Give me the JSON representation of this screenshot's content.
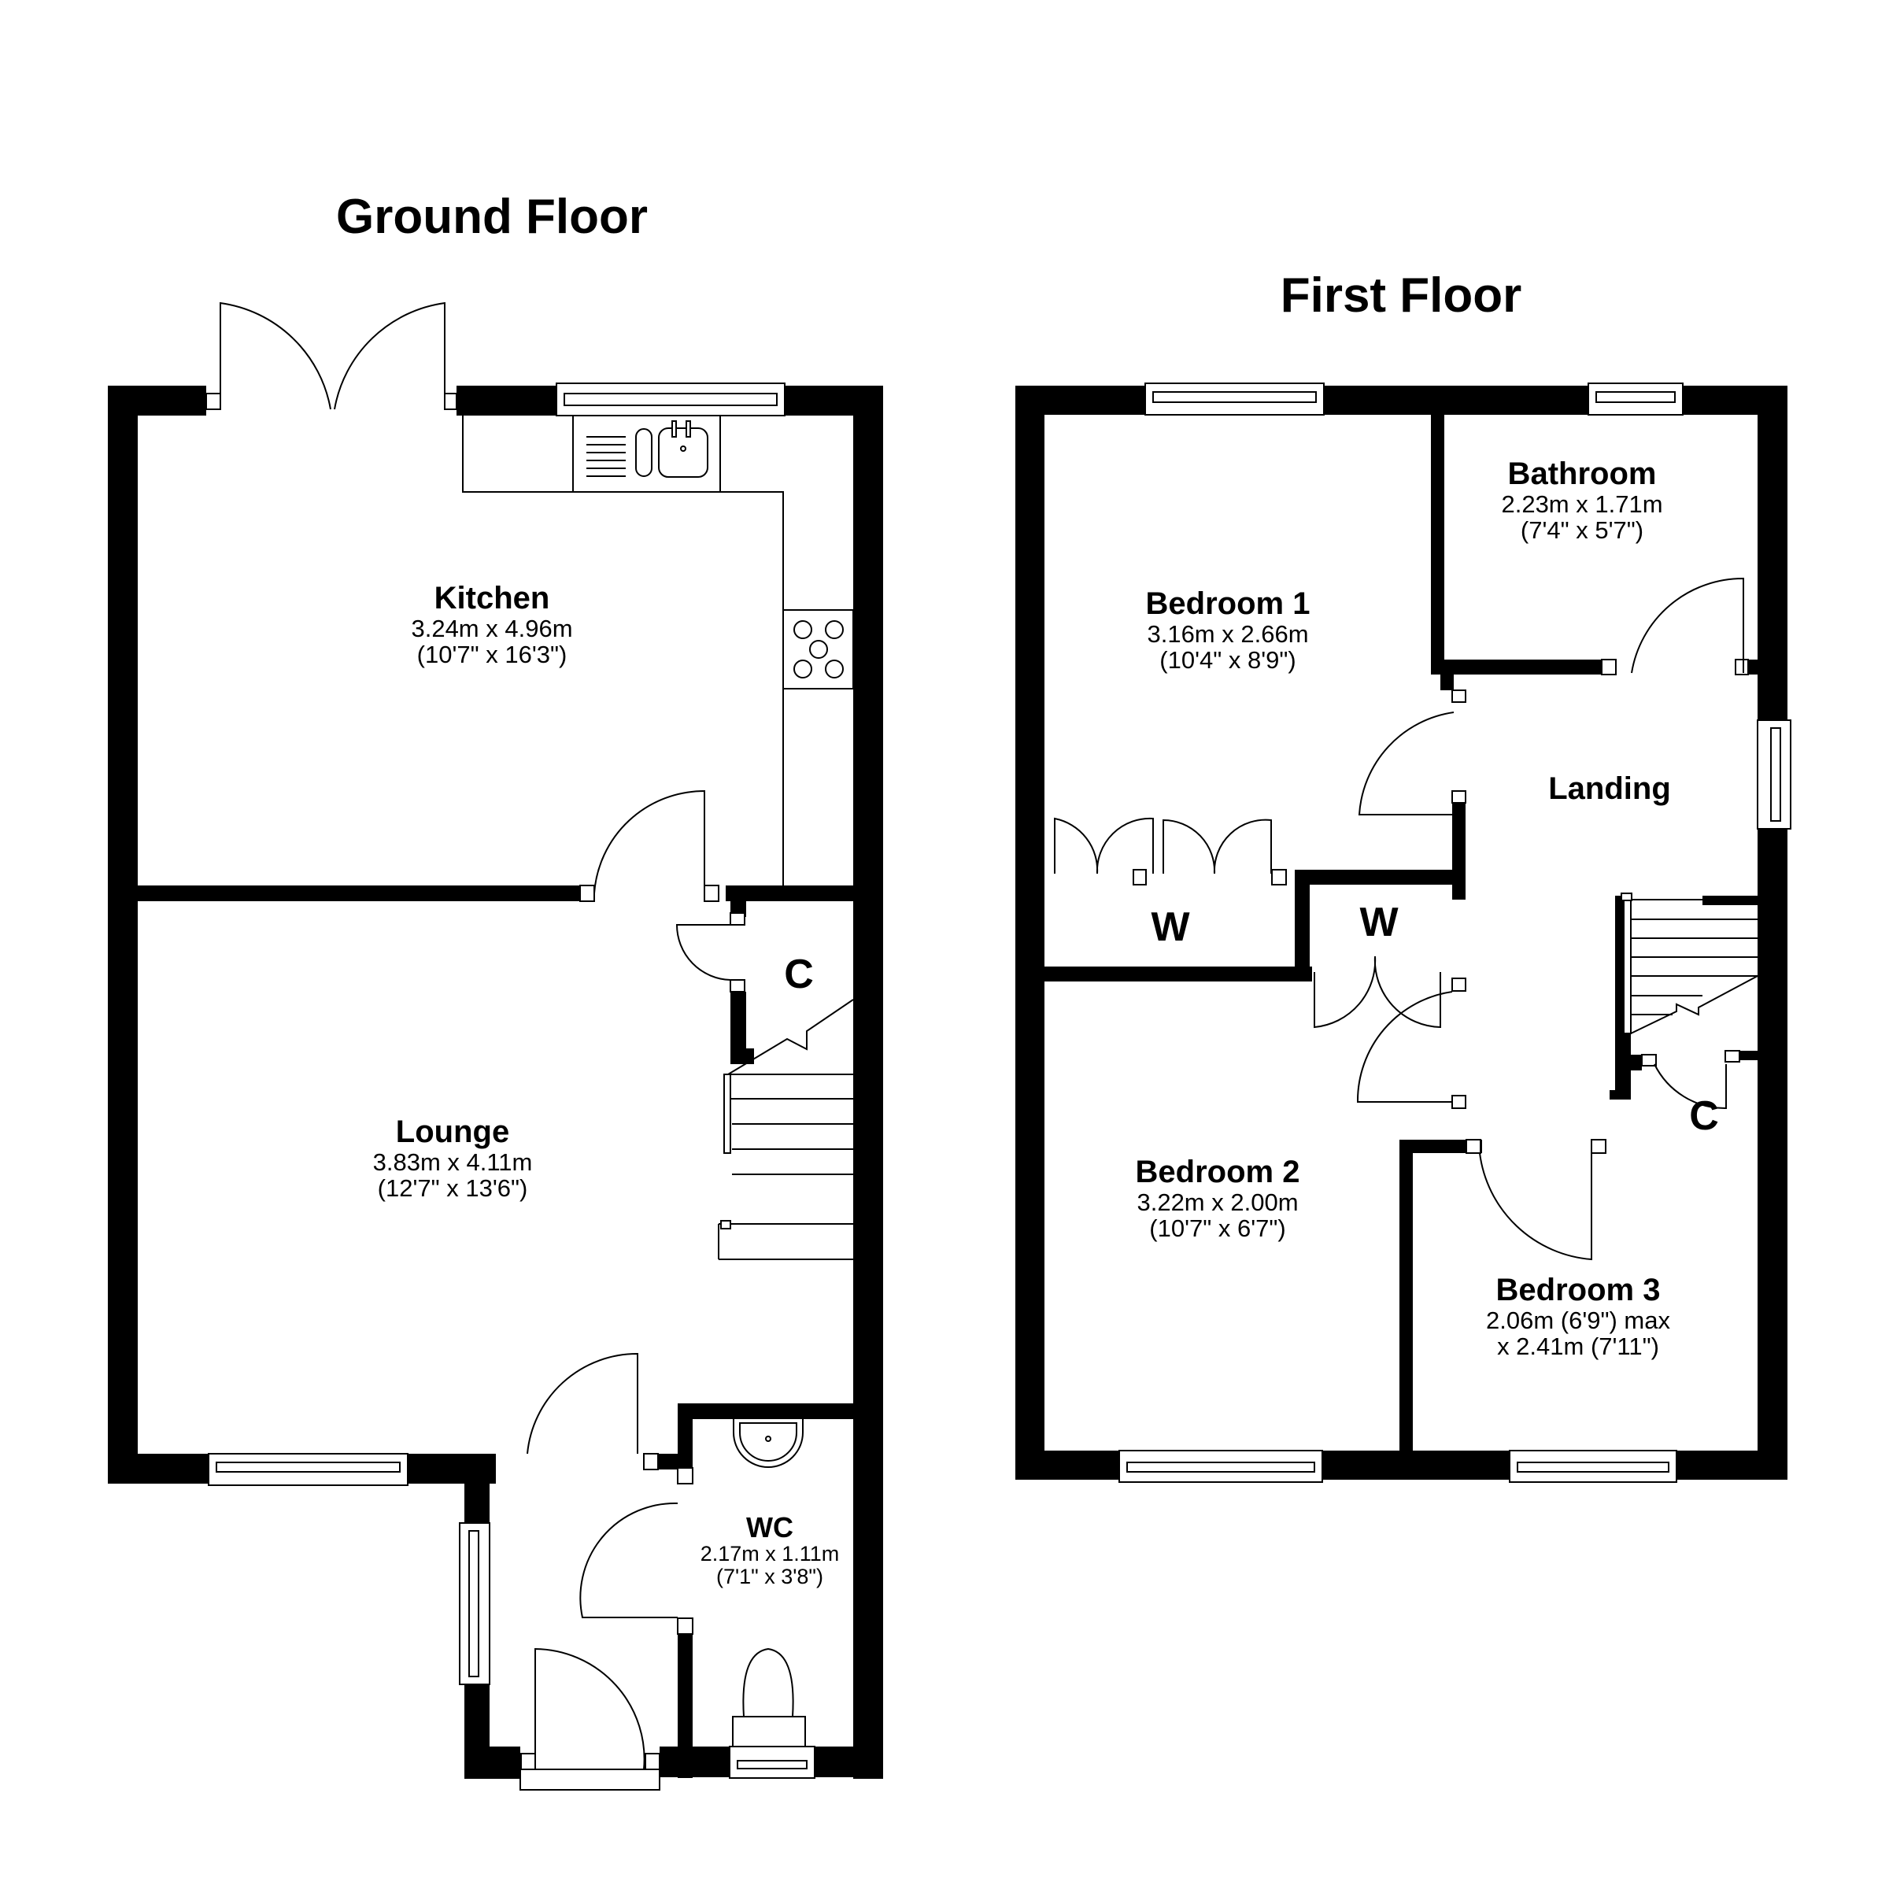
{
  "titles": {
    "ground": "Ground Floor",
    "first": "First Floor"
  },
  "ground_floor": {
    "rooms": [
      {
        "name": "Kitchen",
        "dim_metric": "3.24m x 4.96m",
        "dim_imperial": "(10'7\" x 16'3\")"
      },
      {
        "name": "Lounge",
        "dim_metric": "3.83m x 4.11m",
        "dim_imperial": "(12'7\" x 13'6\")"
      },
      {
        "name": "WC",
        "dim_metric": "2.17m x 1.11m",
        "dim_imperial": "(7'1\" x 3'8\")"
      }
    ],
    "tags": {
      "cupboard": "C"
    }
  },
  "first_floor": {
    "rooms": [
      {
        "name": "Bedroom 1",
        "dim_metric": "3.16m x 2.66m",
        "dim_imperial": "(10'4\" x 8'9\")"
      },
      {
        "name": "Bathroom",
        "dim_metric": "2.23m x 1.71m",
        "dim_imperial": "(7'4\" x 5'7\")"
      },
      {
        "name": "Landing"
      },
      {
        "name": "Bedroom 2",
        "dim_metric": "3.22m x 2.00m",
        "dim_imperial": "(10'7\" x 6'7\")"
      },
      {
        "name": "Bedroom 3",
        "dim_metric": "2.06m (6'9\") max",
        "dim_imperial": "x 2.41m (7'11\")"
      }
    ],
    "tags": {
      "wardrobe_1": "W",
      "wardrobe_2": "W",
      "cupboard": "C"
    }
  },
  "colors": {
    "wall": "#000000",
    "line": "#000000",
    "background": "#ffffff"
  }
}
